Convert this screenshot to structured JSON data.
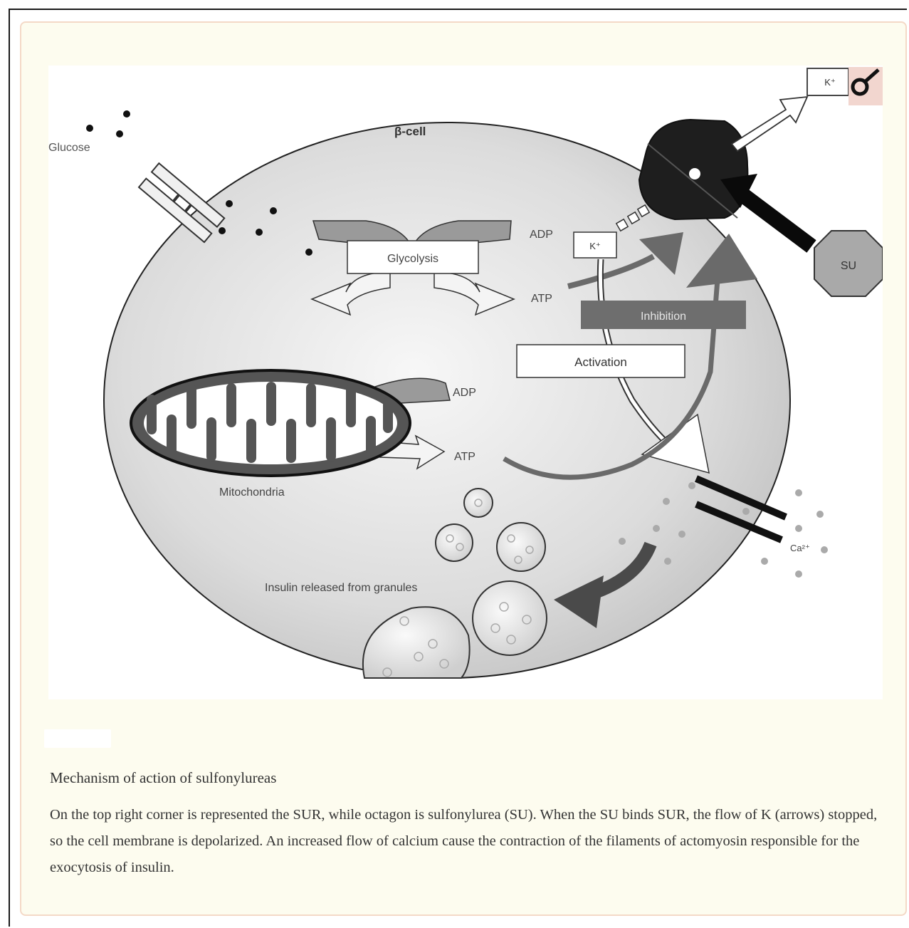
{
  "figure": {
    "labels": {
      "glucose": "Glucose",
      "beta_cell": "β-cell",
      "glycolysis": "Glycolysis",
      "adp_top": "ADP",
      "atp_top": "ATP",
      "k_plus_inner": "K⁺",
      "k_plus_outer": "K⁺",
      "su": "SU",
      "inhibition": "Inhibition",
      "activation": "Activation",
      "adp_mito": "ADP",
      "atp_mito": "ATP",
      "mitochondria": "Mitochondria",
      "calcium": "Ca²⁺",
      "insulin_release": "Insulin released from granules"
    },
    "colors": {
      "cell_fill": "#d9d9d9",
      "dark_channel": "#1e1e1e",
      "inhibition_bar": "#6e6e6e",
      "arrow_gray": "#6a6a6a",
      "membrane_outline": "#222222"
    }
  },
  "caption": {
    "title": "Mechanism of action of sulfonylureas",
    "body": "On the top right corner is represented the SUR, while octagon is sulfonylurea (SU). When the SU binds SUR, the flow of K (arrows) stopped, so the cell membrane is depolarized. An increased flow of calcium cause the contraction of the filaments of actomyosin responsible for the exocytosis of insulin."
  }
}
